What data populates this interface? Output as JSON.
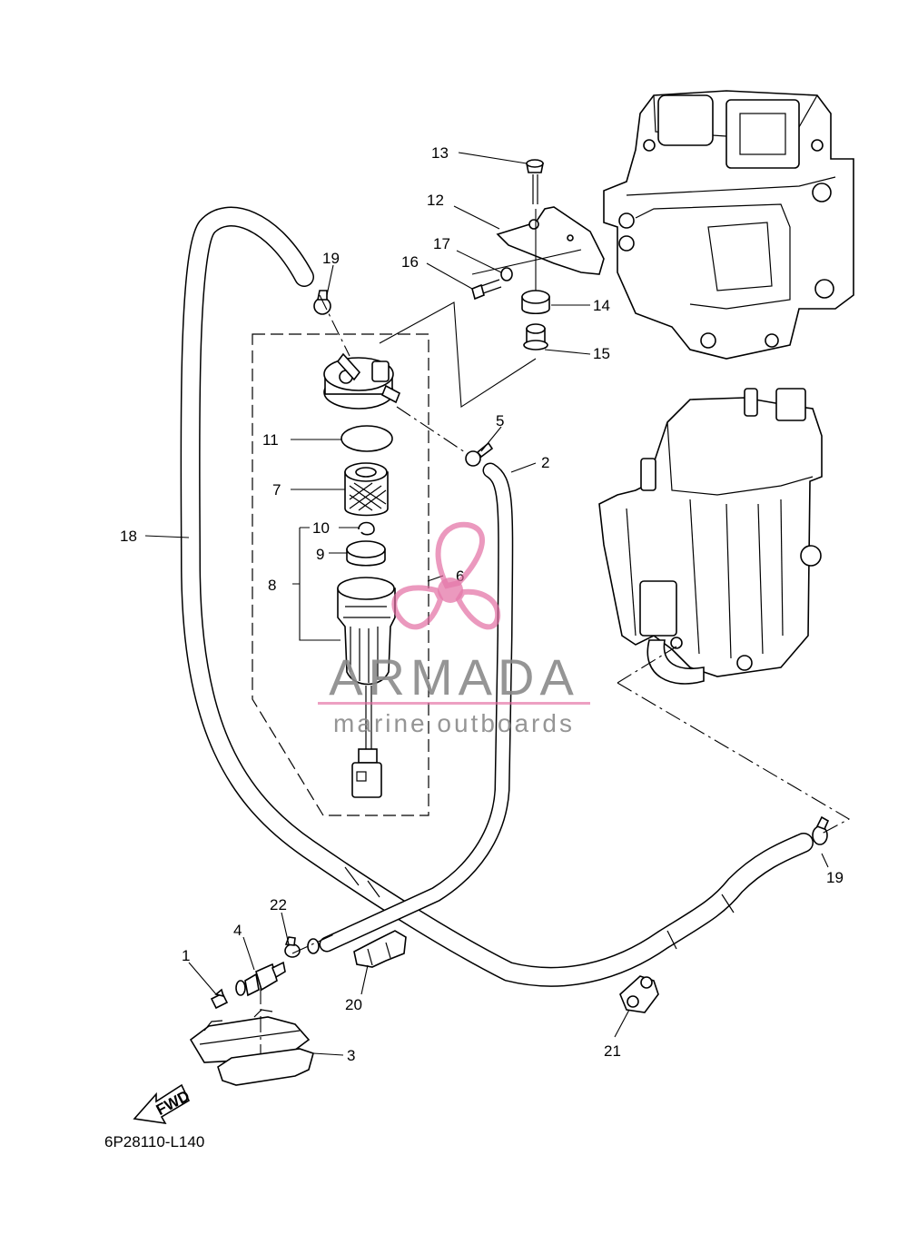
{
  "diagram": {
    "code": "6P28110-L140",
    "fwd_label": "FWD",
    "callouts": [
      "1",
      "2",
      "3",
      "4",
      "5",
      "6",
      "7",
      "8",
      "9",
      "10",
      "11",
      "12",
      "13",
      "14",
      "15",
      "16",
      "17",
      "18",
      "19",
      "19",
      "20",
      "21",
      "22"
    ]
  },
  "watermark": {
    "brand": "ARMADA",
    "tagline": "marine outboards",
    "accent_color": "#e26aa0"
  }
}
